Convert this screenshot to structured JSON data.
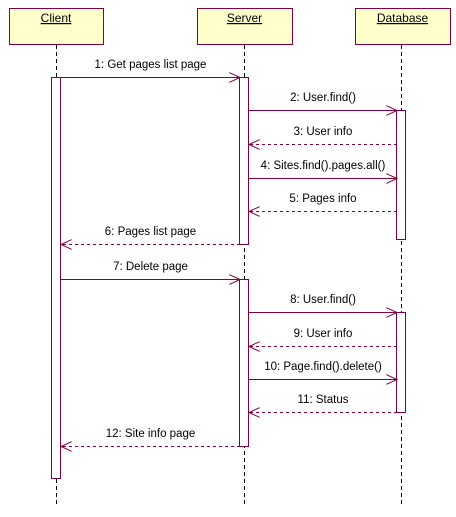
{
  "colors": {
    "box_fill": "#ffffcc",
    "stroke": "#800040",
    "lifeline": "#000000",
    "activation_fill": "#ffffff",
    "text": "#000000"
  },
  "participants": [
    {
      "id": "client",
      "label": "Client"
    },
    {
      "id": "server",
      "label": "Server"
    },
    {
      "id": "database",
      "label": "Database"
    }
  ],
  "messages": [
    {
      "n": 1,
      "label": "1: Get pages list page",
      "from": "client",
      "to": "server",
      "kind": "call"
    },
    {
      "n": 2,
      "label": "2: User.find()",
      "from": "server",
      "to": "database",
      "kind": "call"
    },
    {
      "n": 3,
      "label": "3: User info",
      "from": "database",
      "to": "server",
      "kind": "return"
    },
    {
      "n": 4,
      "label": "4: Sites.find().pages.all()",
      "from": "server",
      "to": "database",
      "kind": "call"
    },
    {
      "n": 5,
      "label": "5: Pages info",
      "from": "database",
      "to": "server",
      "kind": "return"
    },
    {
      "n": 6,
      "label": "6: Pages list page",
      "from": "server",
      "to": "client",
      "kind": "return"
    },
    {
      "n": 7,
      "label": "7: Delete page",
      "from": "client",
      "to": "server",
      "kind": "call"
    },
    {
      "n": 8,
      "label": "8: User.find()",
      "from": "server",
      "to": "database",
      "kind": "call"
    },
    {
      "n": 9,
      "label": "9: User info",
      "from": "database",
      "to": "server",
      "kind": "return"
    },
    {
      "n": 10,
      "label": "10: Page.find().delete()",
      "from": "server",
      "to": "database",
      "kind": "call"
    },
    {
      "n": 11,
      "label": "11: Status",
      "from": "database",
      "to": "server",
      "kind": "return"
    },
    {
      "n": 12,
      "label": "12: Site info page",
      "from": "server",
      "to": "client",
      "kind": "return"
    }
  ]
}
